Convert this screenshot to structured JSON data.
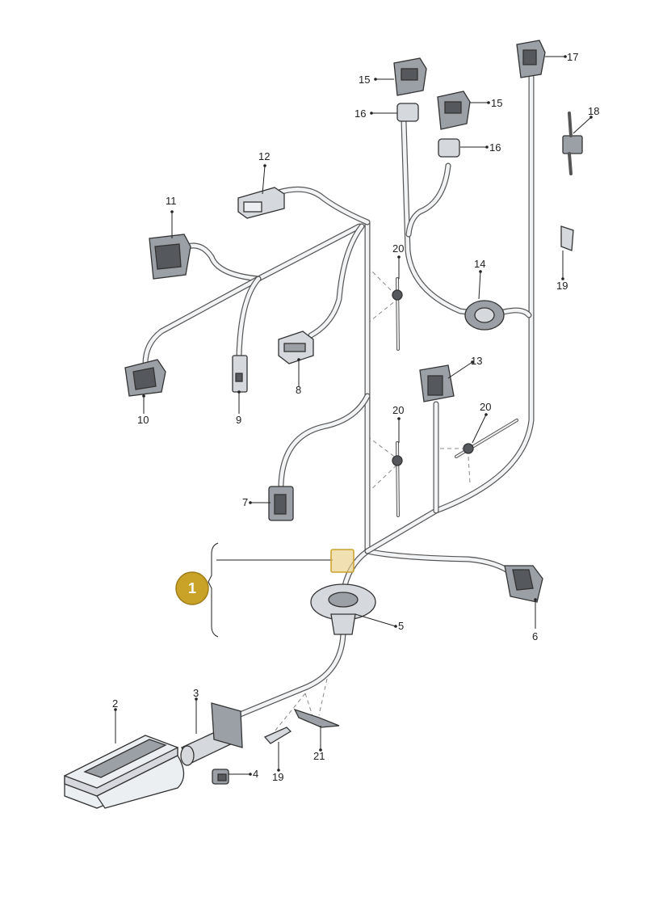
{
  "diagram": {
    "callout": {
      "number": "1",
      "color": "#c9a228"
    },
    "labels": [
      {
        "id": "2",
        "text": "2"
      },
      {
        "id": "3",
        "text": "3"
      },
      {
        "id": "4",
        "text": "4"
      },
      {
        "id": "5",
        "text": "5"
      },
      {
        "id": "6",
        "text": "6"
      },
      {
        "id": "7",
        "text": "7"
      },
      {
        "id": "8",
        "text": "8"
      },
      {
        "id": "9",
        "text": "9"
      },
      {
        "id": "10",
        "text": "10"
      },
      {
        "id": "11",
        "text": "11"
      },
      {
        "id": "12",
        "text": "12"
      },
      {
        "id": "13",
        "text": "13"
      },
      {
        "id": "14",
        "text": "14"
      },
      {
        "id": "15a",
        "text": "15"
      },
      {
        "id": "15b",
        "text": "15"
      },
      {
        "id": "16a",
        "text": "16"
      },
      {
        "id": "16b",
        "text": "16"
      },
      {
        "id": "17",
        "text": "17"
      },
      {
        "id": "18",
        "text": "18"
      },
      {
        "id": "19a",
        "text": "19"
      },
      {
        "id": "19b",
        "text": "19"
      },
      {
        "id": "20a",
        "text": "20"
      },
      {
        "id": "20b",
        "text": "20"
      },
      {
        "id": "20c",
        "text": "20"
      },
      {
        "id": "21",
        "text": "21"
      }
    ]
  }
}
